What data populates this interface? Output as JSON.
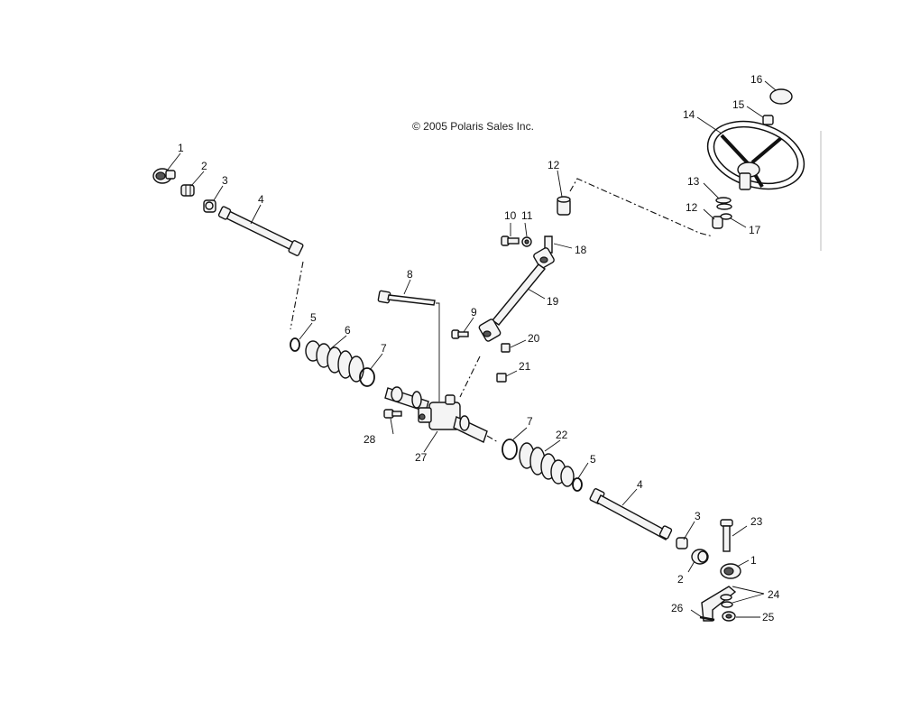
{
  "copyright": "© 2005 Polaris Sales Inc.",
  "callouts": [
    {
      "id": "c1a",
      "text": "1"
    },
    {
      "id": "c2a",
      "text": "2"
    },
    {
      "id": "c3a",
      "text": "3"
    },
    {
      "id": "c4a",
      "text": "4"
    },
    {
      "id": "c5a",
      "text": "5"
    },
    {
      "id": "c6",
      "text": "6"
    },
    {
      "id": "c7a",
      "text": "7"
    },
    {
      "id": "c8",
      "text": "8"
    },
    {
      "id": "c9",
      "text": "9"
    },
    {
      "id": "c10",
      "text": "10"
    },
    {
      "id": "c11",
      "text": "11"
    },
    {
      "id": "c12a",
      "text": "12"
    },
    {
      "id": "c12b",
      "text": "12"
    },
    {
      "id": "c13",
      "text": "13"
    },
    {
      "id": "c14",
      "text": "14"
    },
    {
      "id": "c15",
      "text": "15"
    },
    {
      "id": "c16",
      "text": "16"
    },
    {
      "id": "c17",
      "text": "17"
    },
    {
      "id": "c18",
      "text": "18"
    },
    {
      "id": "c19",
      "text": "19"
    },
    {
      "id": "c20",
      "text": "20"
    },
    {
      "id": "c21",
      "text": "21"
    },
    {
      "id": "c22",
      "text": "22"
    },
    {
      "id": "c23",
      "text": "23"
    },
    {
      "id": "c24",
      "text": "24"
    },
    {
      "id": "c25",
      "text": "25"
    },
    {
      "id": "c26",
      "text": "26"
    },
    {
      "id": "c27",
      "text": "27"
    },
    {
      "id": "c28",
      "text": "28"
    },
    {
      "id": "c7b",
      "text": "7"
    },
    {
      "id": "c5b",
      "text": "5"
    },
    {
      "id": "c4b",
      "text": "4"
    },
    {
      "id": "c3b",
      "text": "3"
    },
    {
      "id": "c2b",
      "text": "2"
    },
    {
      "id": "c1b",
      "text": "1"
    }
  ]
}
